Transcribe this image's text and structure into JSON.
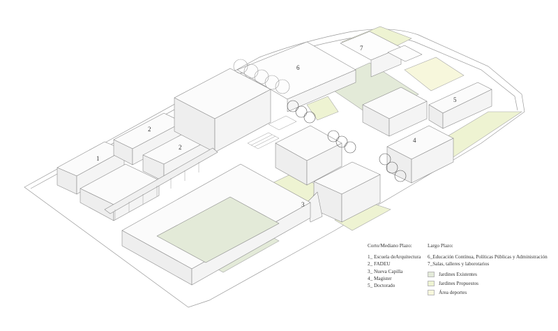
{
  "plan": {
    "labels": {
      "b1": "1",
      "b2a": "2",
      "b2b": "2",
      "b3": "3",
      "b4": "4",
      "b5": "5",
      "b6": "6",
      "b7": "7"
    }
  },
  "legend_left": {
    "title": "Corto/Mediano Plazo:",
    "items": [
      "1_ Escuela deArquitectura",
      "2_ FADEU",
      "3_ Nueva Capilla",
      "4_ Magister",
      "5_ Doctorado"
    ]
  },
  "legend_right": {
    "title": "Largo Plazo:",
    "items": [
      "6_Educación Contínua, Políticas Públicas y Administración",
      "7_Salas, talleres y laborotarios"
    ],
    "swatches": [
      {
        "label": "Jardines Existentes",
        "color": "#e3ead8"
      },
      {
        "label": "Jardines Propuestos",
        "color": "#eef3d2"
      },
      {
        "label": "Área deportes",
        "color": "#f7f7dc"
      }
    ]
  }
}
